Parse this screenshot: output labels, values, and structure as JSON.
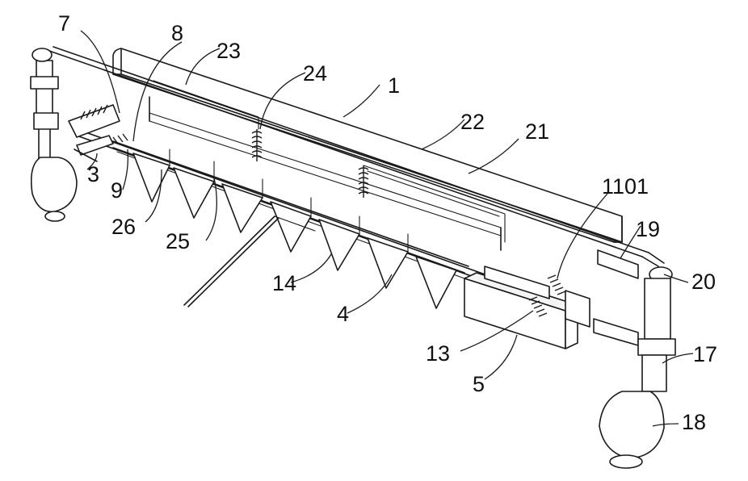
{
  "figure": {
    "labels": {
      "l1": "1",
      "l3": "3",
      "l4": "4",
      "l5": "5",
      "l7": "7",
      "l8": "8",
      "l9": "9",
      "l13": "13",
      "l14": "14",
      "l17": "17",
      "l18": "18",
      "l19": "19",
      "l20": "20",
      "l21": "21",
      "l22": "22",
      "l23": "23",
      "l24": "24",
      "l25": "25",
      "l26": "26",
      "l1101": "1101"
    }
  }
}
